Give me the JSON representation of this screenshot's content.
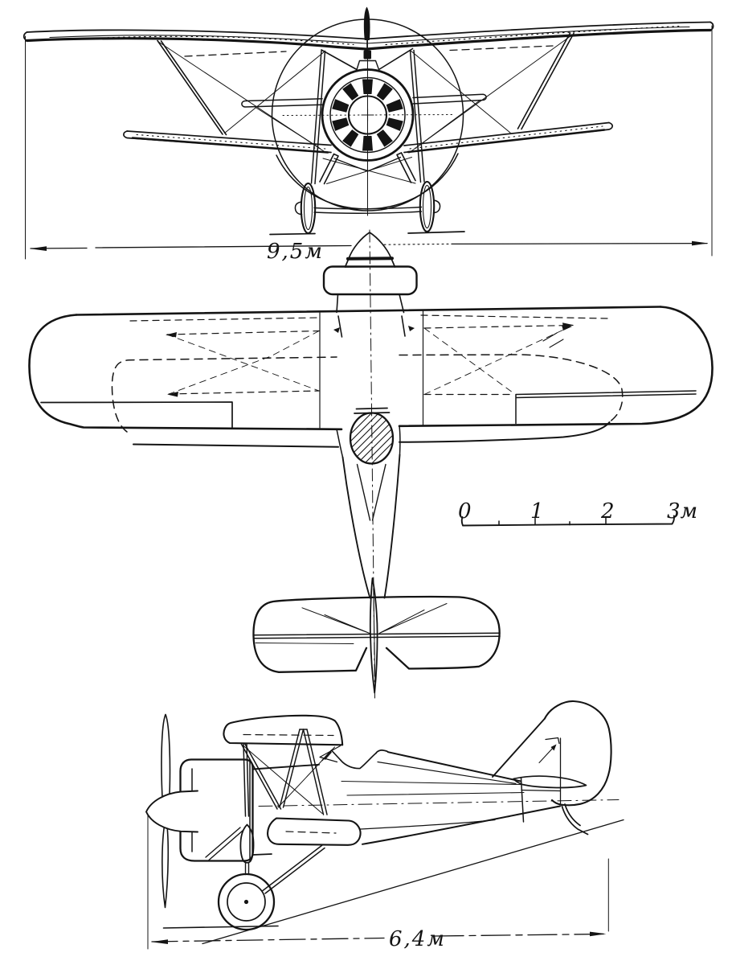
{
  "figure": {
    "type": "three-view aircraft drawing",
    "ink_color": "#141414",
    "paper_color": "#ffffff",
    "front_view": {
      "dimension_label": "9,5м"
    },
    "side_view": {
      "dimension_label": "6,4м"
    },
    "scale_bar": {
      "tick_labels": [
        "0",
        "1",
        "2",
        "3м"
      ],
      "t0": "0",
      "t1": "1",
      "t2": "2",
      "t3": "3м"
    }
  }
}
